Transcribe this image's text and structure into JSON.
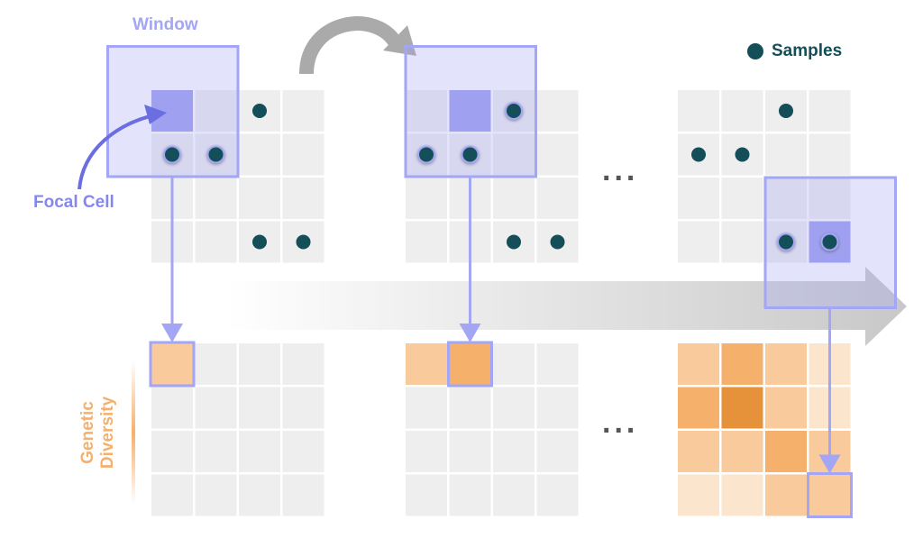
{
  "labels": {
    "window": "Window",
    "focal_cell": "Focal Cell",
    "samples": "Samples",
    "genetic_diversity": "Genetic Diversity",
    "ellipsis": "..."
  },
  "colors": {
    "window": "#a3a6f4",
    "focal_arrow": "#6b6ee0",
    "sample": "#144e58",
    "grid": "#eeeeee",
    "diversity": [
      "#eeeeee",
      "#fce5cd",
      "#f8ca9c",
      "#f5b06c",
      "#e5923a"
    ]
  },
  "samples": [
    [
      0,
      2
    ],
    [
      1,
      0
    ],
    [
      1,
      1
    ],
    [
      3,
      2
    ],
    [
      3,
      3
    ]
  ],
  "steps": [
    {
      "focal": [
        0,
        0
      ],
      "diversity": [
        [
          2,
          0,
          0,
          0
        ],
        [
          0,
          0,
          0,
          0
        ],
        [
          0,
          0,
          0,
          0
        ],
        [
          0,
          0,
          0,
          0
        ]
      ]
    },
    {
      "focal": [
        0,
        1
      ],
      "diversity": [
        [
          2,
          3,
          0,
          0
        ],
        [
          0,
          0,
          0,
          0
        ],
        [
          0,
          0,
          0,
          0
        ],
        [
          0,
          0,
          0,
          0
        ]
      ]
    },
    {
      "focal": [
        3,
        3
      ],
      "diversity": [
        [
          2,
          3,
          2,
          1
        ],
        [
          3,
          4,
          2,
          1
        ],
        [
          2,
          2,
          3,
          2
        ],
        [
          1,
          1,
          2,
          2
        ]
      ]
    }
  ]
}
